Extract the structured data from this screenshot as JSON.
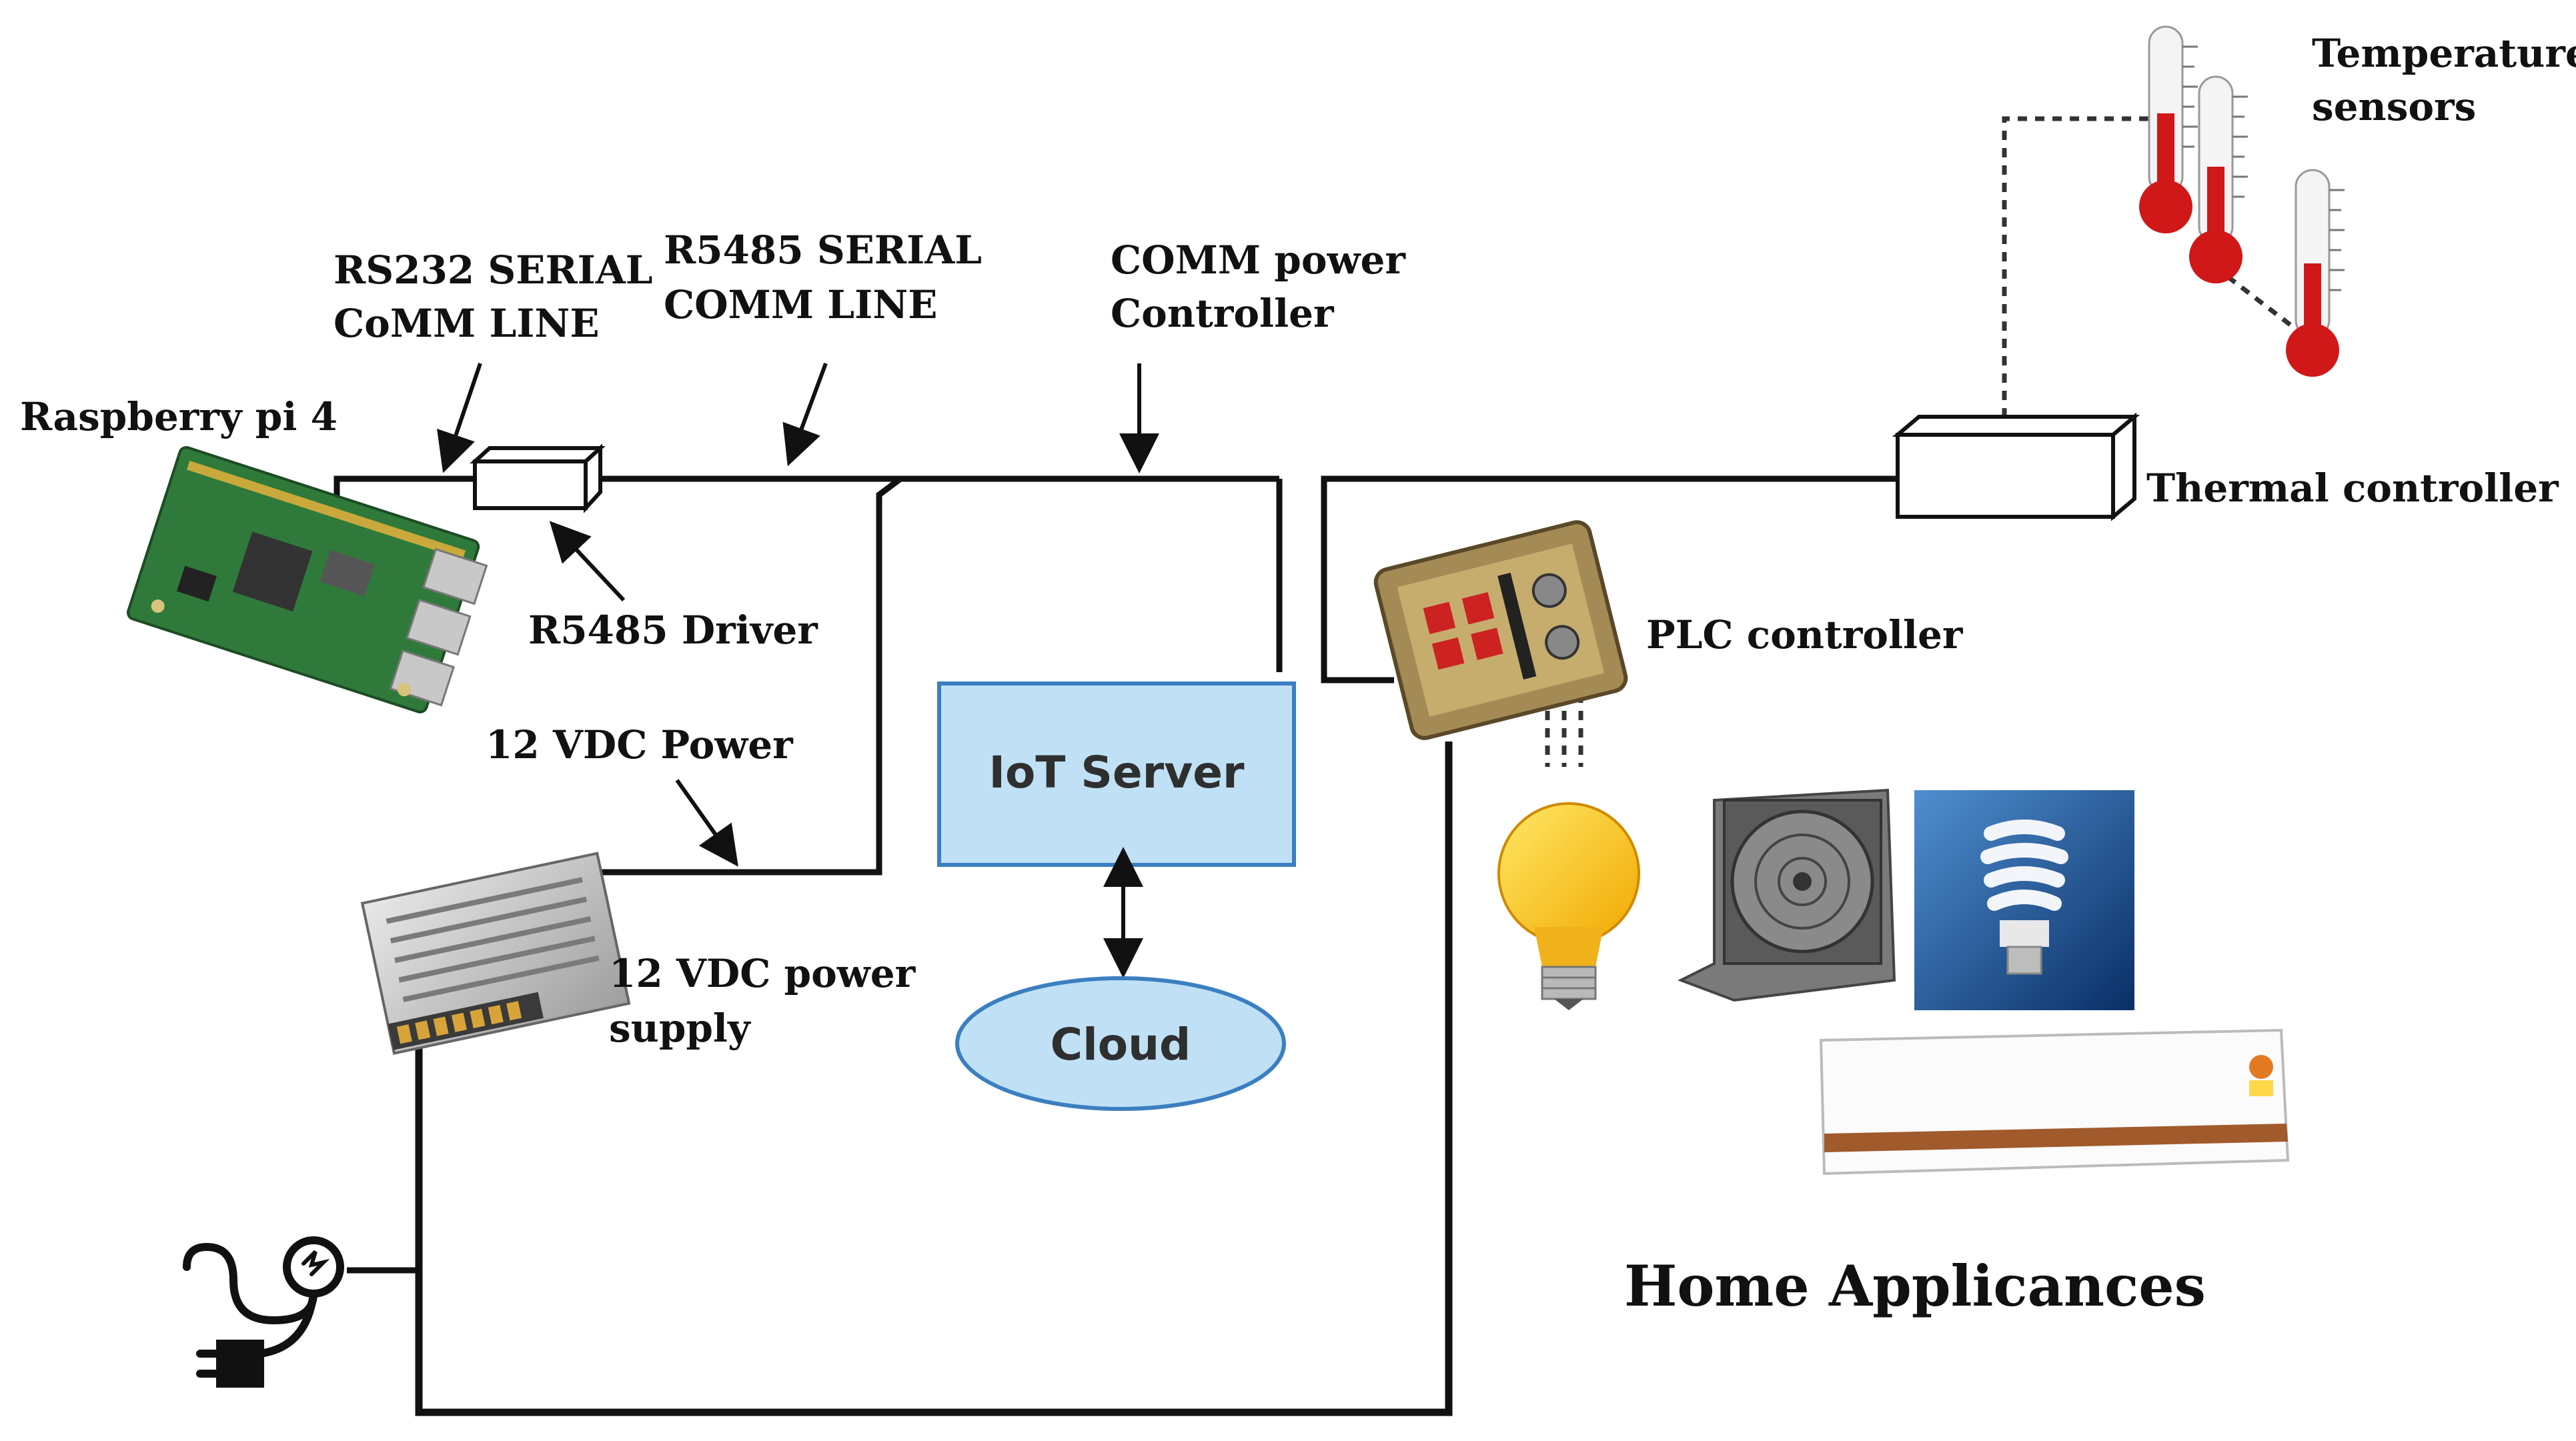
{
  "labels": {
    "raspberry_pi": "Raspberry pi 4",
    "rs232_line1": "RS232 SERIAL",
    "rs232_line2": "CoMM LINE",
    "r5485_serial_line1": "R5485 SERIAL",
    "r5485_serial_line2": "COMM LINE",
    "comm_power_line1": "COMM power",
    "comm_power_line2": "Controller",
    "r5485_driver": "R5485 Driver",
    "vdc_power": "12 VDC Power",
    "power_supply_line1": "12 VDC power",
    "power_supply_line2": "supply",
    "temperature_sensors_line1": "Temperature",
    "temperature_sensors_line2": "sensors",
    "thermal_controller": "Thermal controller",
    "plc_controller": "PLC controller",
    "home_appliances": "Home Applicances"
  },
  "boxes": {
    "iot_server": "IoT Server",
    "cloud": "Cloud"
  },
  "icons": {
    "raspberry_pi": "raspberry-pi-board",
    "power_supply": "power-supply-unit",
    "plug": "power-plug",
    "plc": "plc-circuit-board",
    "bulb": "light-bulb",
    "fan": "desk-fan",
    "cfl": "cfl-bulb",
    "ac": "air-conditioner",
    "thermometer": "thermometer"
  },
  "colors": {
    "iot_server_fill": "#bfe0f5",
    "cloud_fill": "#bfe0f5",
    "thermometer_red": "#d01818",
    "board_green": "#2f7a3a"
  }
}
